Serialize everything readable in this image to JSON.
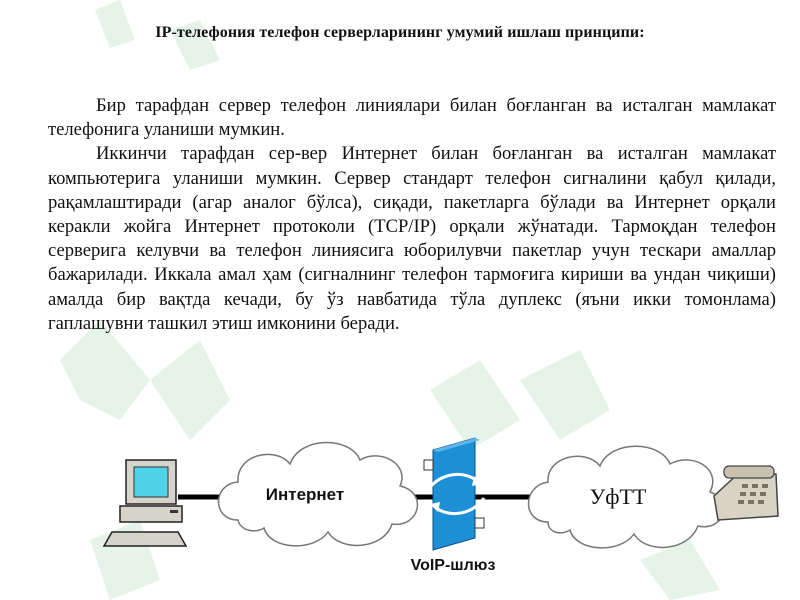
{
  "document": {
    "title": "IP-телефония телефон серверларининг умумий ишлаш принципи:",
    "paragraphs": [
      "Бир тарафдан сервер телефон линиялари билан боғланган ва исталган мамлакат телефонига уланиши мумкин.",
      "Иккинчи тарафдан сер-вер Интернет билан боғланган ва исталган мамлакат компьютерига уланиши мумкин. Сервер стандарт телефон сигналини қабул қилади, рақамлаштиради (агар аналог бўлса), сиқади, пакетларга бўлади ва Интернет орқали керакли жойга Интернет протоколи (TCP/IP) орқали  жўнатади. Тармоқдан телефон серверига келувчи ва телефон линиясига юборилувчи пакетлар учун тескари амаллар бажарилади. Иккала амал ҳам (сигналнинг телефон тармоғига кириши ва ундан чиқиши) амалда бир вақтда кечади, бу ўз навбатида тўла дуплекс (яъни икки томонлама) гаплашувни ташкил этиш имконини беради."
    ]
  },
  "diagram": {
    "internet_label": "Интернет",
    "pstn_label": "УфТТ",
    "gateway_label": "VoIP-шлюз",
    "icons": [
      "computer-icon",
      "phone-icon",
      "gateway-icon",
      "cloud-icon"
    ],
    "colors": {
      "gateway": "#1c8fd6",
      "screen": "#4fd3ea",
      "watermark": "#dff0e4"
    }
  }
}
